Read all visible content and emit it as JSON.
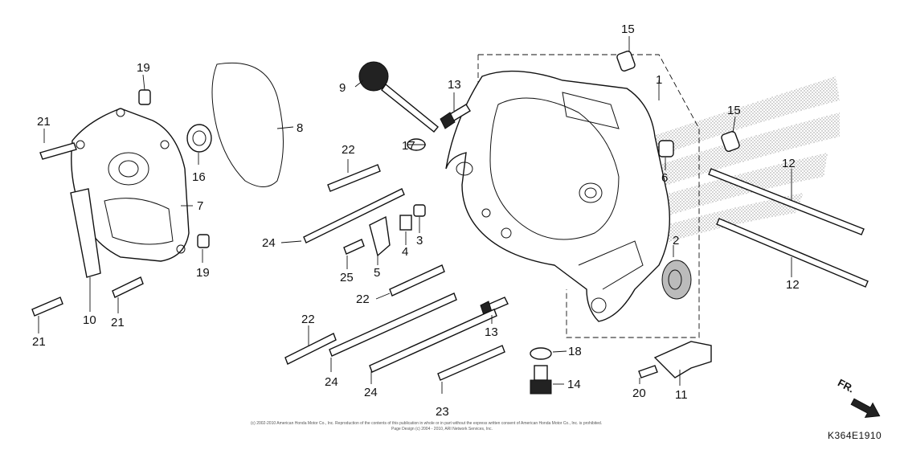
{
  "diagram": {
    "callouts": [
      "1",
      "2",
      "3",
      "4",
      "5",
      "6",
      "7",
      "8",
      "9",
      "10",
      "11",
      "12",
      "13",
      "14",
      "15",
      "16",
      "17",
      "18",
      "19",
      "20",
      "21",
      "22",
      "23",
      "24",
      "25"
    ],
    "footer_line1": "(c) 2002-2010 American Honda Motor Co., Inc. Reproduction of the contents of this publication in whole or in part without the express written consent of American Honda Motor Co., Inc. is prohibited.",
    "footer_line2": "Page Design (c) 2004 - 2010, ARI Network Services, Inc.",
    "diagram_code": "K364E1910",
    "direction_label": "FR."
  }
}
